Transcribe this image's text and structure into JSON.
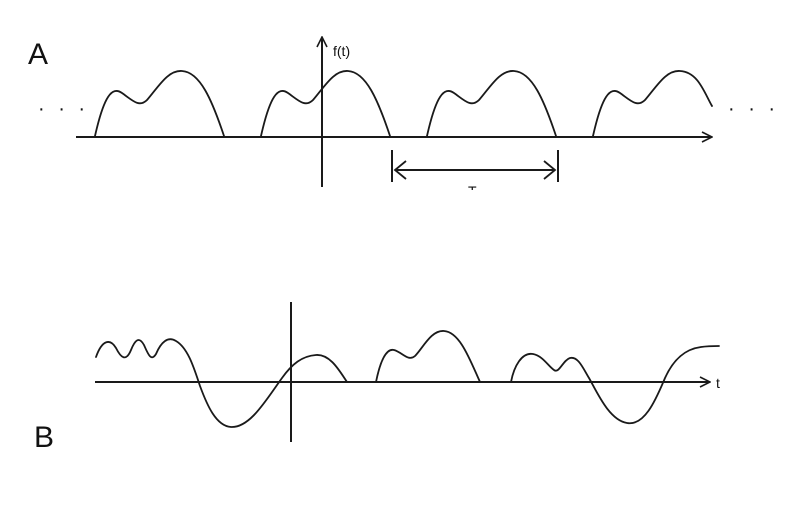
{
  "panel_a": {
    "label": "A",
    "axis_label": "f(t)",
    "period_label": "T",
    "ellipsis_left": "· · ·",
    "ellipsis_right": "· · ·"
  },
  "panel_b": {
    "label": "B",
    "axis_label": "t"
  }
}
